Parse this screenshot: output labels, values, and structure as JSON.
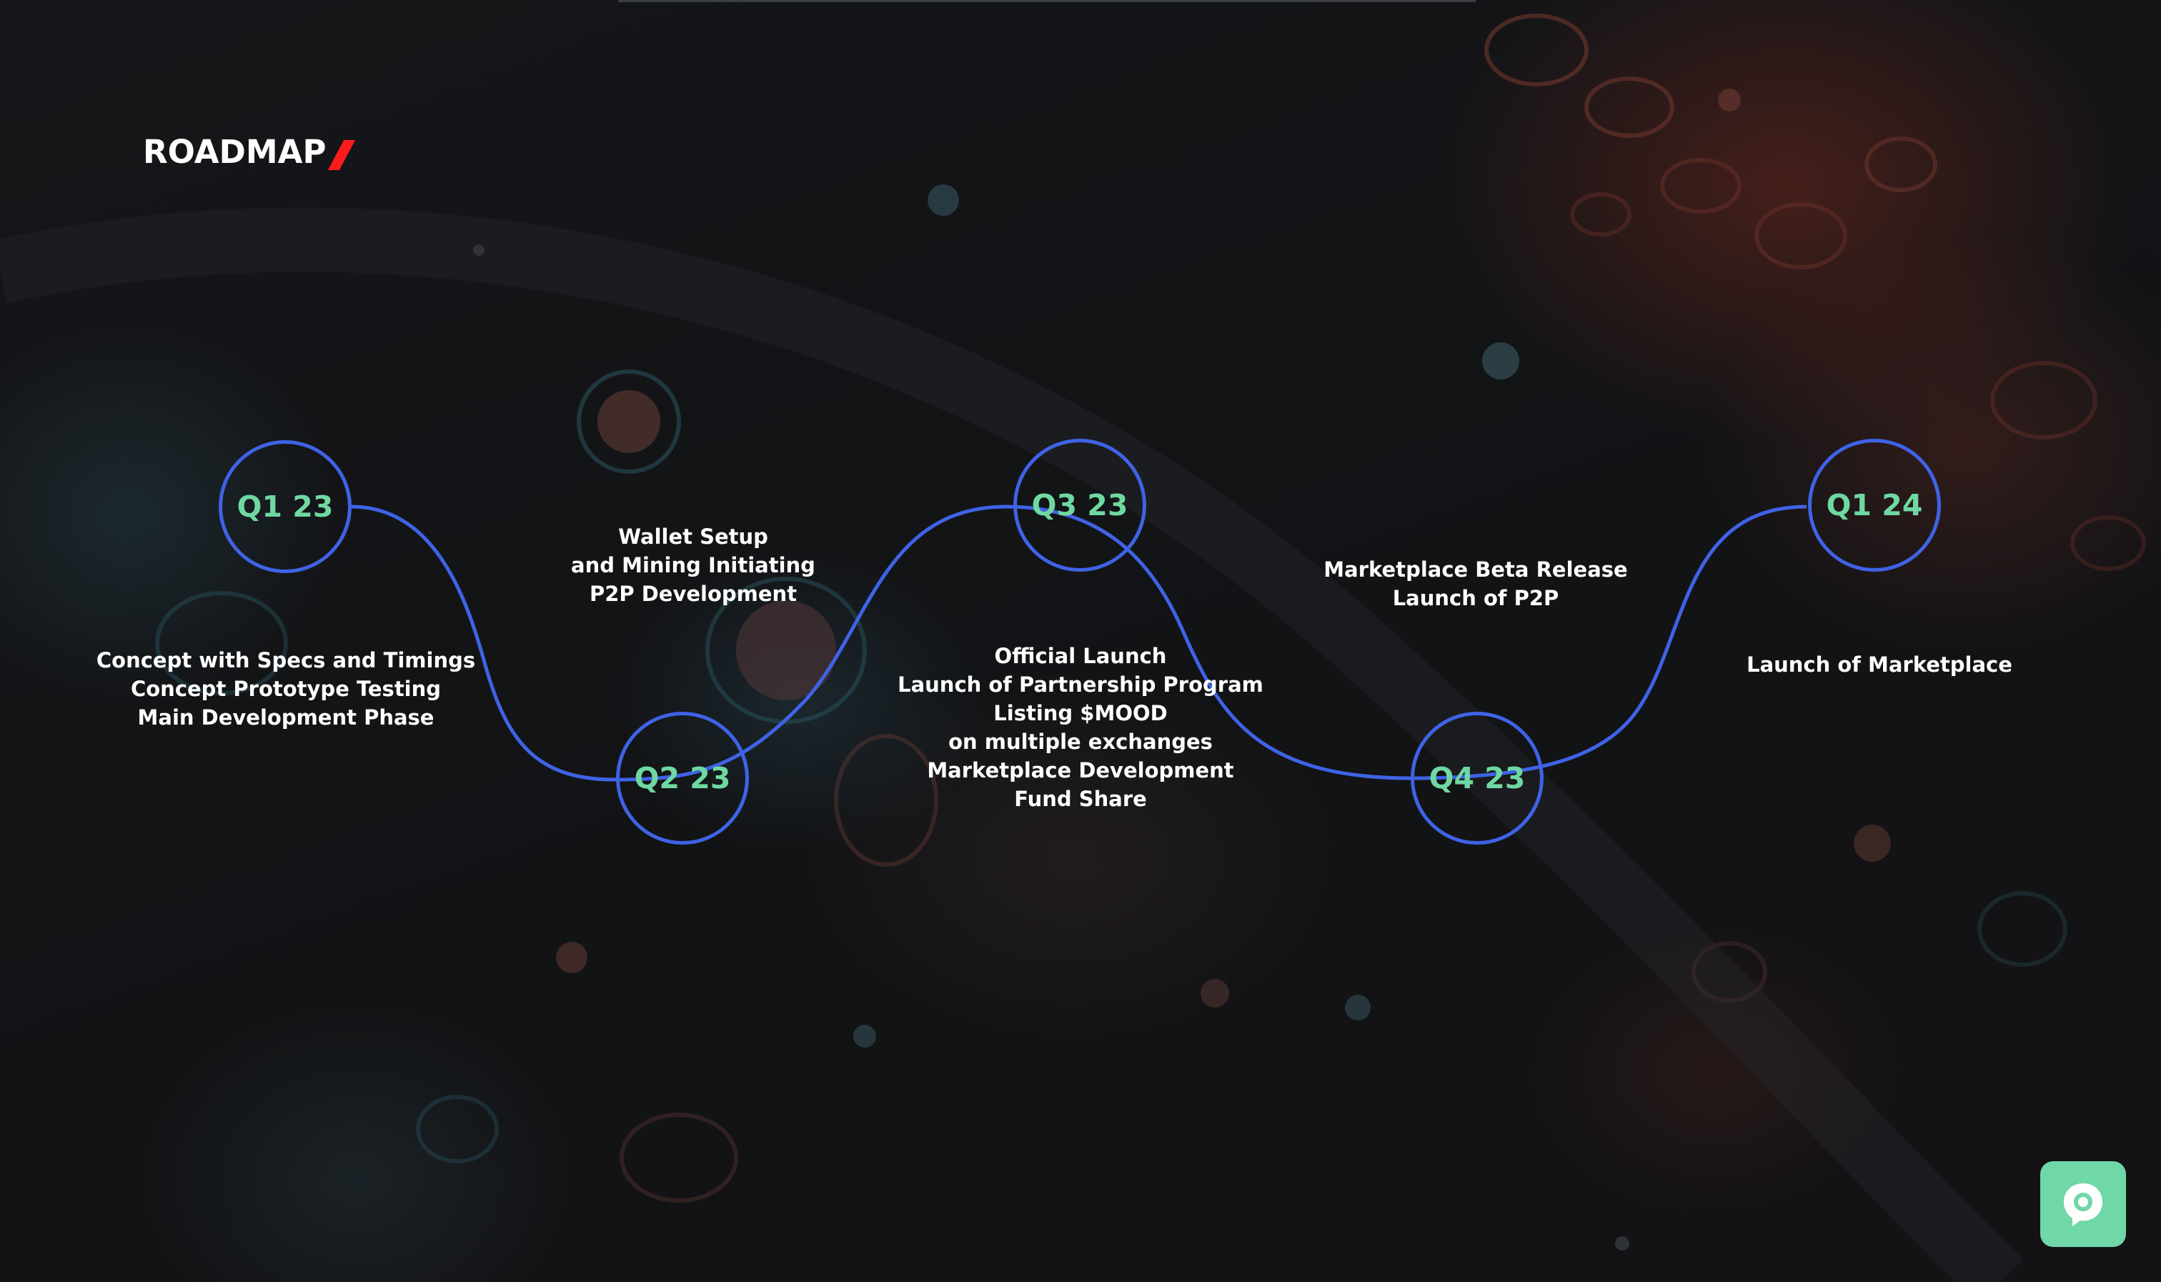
{
  "page": {
    "title": "ROADMAP",
    "accent_color": "#ff1b1b",
    "node_border_color": "#3f63e6",
    "node_text_color": "#6fd8a1"
  },
  "roadmap": [
    {
      "quarter": "Q1 23",
      "items": [
        "Concept with Specs and Timings",
        "Concept Prototype Testing",
        "Main Development Phase"
      ]
    },
    {
      "quarter": "Q2 23",
      "items": [
        "Wallet Setup",
        "and Mining Initiating",
        "P2P Development"
      ]
    },
    {
      "quarter": "Q3 23",
      "items": [
        "Official Launch",
        "Launch of Partnership Program",
        "Listing $MOOD",
        "on multiple exchanges",
        "Marketplace Development",
        "Fund Share"
      ]
    },
    {
      "quarter": "Q4 23",
      "items": [
        "Marketplace Beta Release",
        "Launch of P2P"
      ]
    },
    {
      "quarter": "Q1 24",
      "items": [
        "Launch of Marketplace"
      ]
    }
  ],
  "chat_widget": {
    "icon": "chat-bubble-icon",
    "color": "#70d7a7"
  }
}
